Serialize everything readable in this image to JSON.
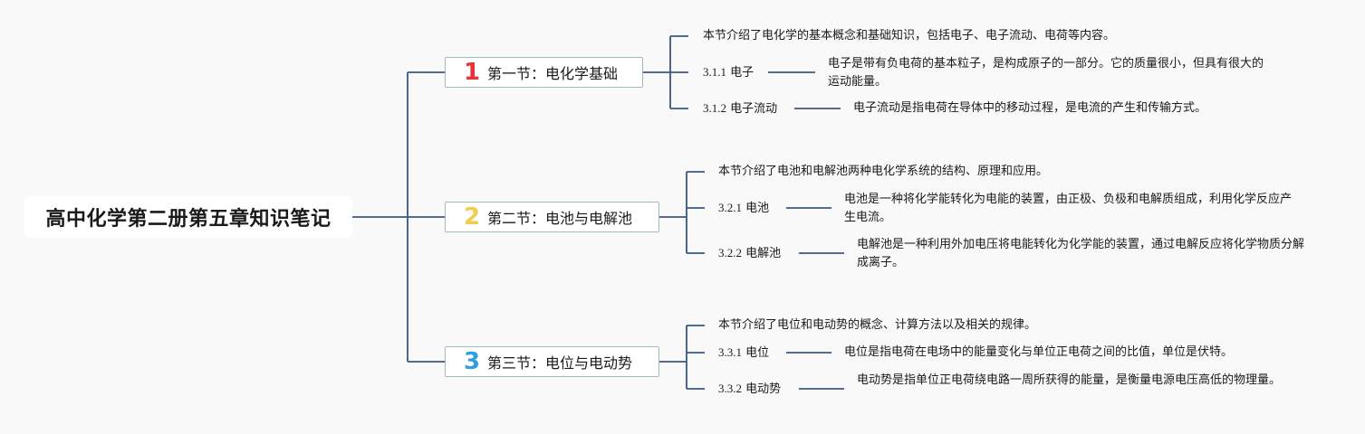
{
  "root": "高中化学第二册第五章知识笔记",
  "colors": {
    "line": "#3b5787",
    "section_border": "#9bbdbd",
    "badge1": "#e8323a",
    "badge2": "#f2cc4c",
    "badge3": "#2f9fe2"
  },
  "sections": [
    {
      "badge": "1",
      "badge_icon": "number-one-icon",
      "title": "第一节：电化学基础",
      "intro": "本节介绍了电化学的基本概念和基础知识，包括电子、电子流动、电荷等内容。",
      "topics": [
        {
          "num": "3.1.1",
          "name": "电子",
          "desc": "电子是带有负电荷的基本粒子，是构成原子的一部分。它的质量很小，但具有很大的运动能量。"
        },
        {
          "num": "3.1.2",
          "name": "电子流动",
          "desc": "电子流动是指电荷在导体中的移动过程，是电流的产生和传输方式。"
        }
      ]
    },
    {
      "badge": "2",
      "badge_icon": "number-two-icon",
      "title": "第二节：电池与电解池",
      "intro": "本节介绍了电池和电解池两种电化学系统的结构、原理和应用。",
      "topics": [
        {
          "num": "3.2.1",
          "name": "电池",
          "desc": "电池是一种将化学能转化为电能的装置，由正极、负极和电解质组成，利用化学反应产生电流。"
        },
        {
          "num": "3.2.2",
          "name": "电解池",
          "desc": "电解池是一种利用外加电压将电能转化为化学能的装置，通过电解反应将化学物质分解成离子。"
        }
      ]
    },
    {
      "badge": "3",
      "badge_icon": "number-three-icon",
      "title": "第三节：电位与电动势",
      "intro": "本节介绍了电位和电动势的概念、计算方法以及相关的规律。",
      "topics": [
        {
          "num": "3.3.1",
          "name": "电位",
          "desc": "电位是指电荷在电场中的能量变化与单位正电荷之间的比值，单位是伏特。"
        },
        {
          "num": "3.3.2",
          "name": "电动势",
          "desc": "电动势是指单位正电荷绕电路一周所获得的能量，是衡量电源电压高低的物理量。"
        }
      ]
    }
  ]
}
